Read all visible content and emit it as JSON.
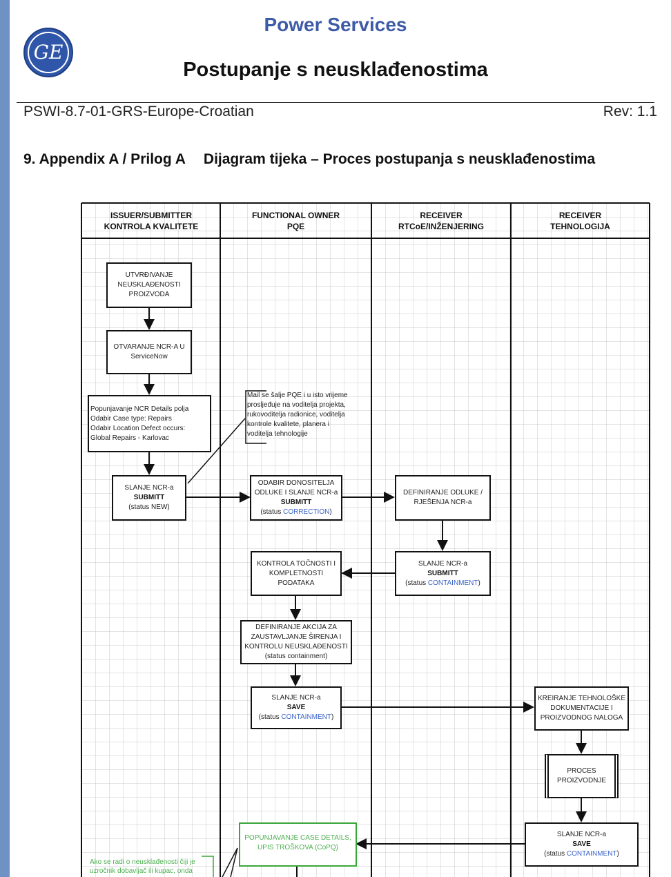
{
  "header": {
    "logo_text": "GE",
    "company": "Power Services",
    "title": "Postupanje s neusklađenostima",
    "doc_id": "PSWI-8.7-01-GRS-Europe-Croatian",
    "revision": "Rev: 1.1"
  },
  "section": {
    "number_title": "9. Appendix A / Prilog A",
    "subtitle": "Dijagram tijeka – Proces postupanja s neusklađenostima"
  },
  "lanes": [
    {
      "line1": "ISSUER/SUBMITTER",
      "line2": "KONTROLA KVALITETE"
    },
    {
      "line1": "FUNCTIONAL OWNER",
      "line2": "PQE"
    },
    {
      "line1": "RECEIVER",
      "line2": "RTCoE/INŽENJERING"
    },
    {
      "line1": "RECEIVER",
      "line2": "TEHNOLOGIJA"
    }
  ],
  "steps": {
    "s1": [
      "UTVRĐIVANJE",
      "NEUSKLAĐENOSTI",
      "PROIZVODA"
    ],
    "s2": [
      "OTVARANJE NCR-A U",
      "ServiceNow"
    ],
    "s3": [
      "Popunjavanje NCR Details polja",
      "Odabir Case type: Repairs",
      "Odabir Location Defect occurs:",
      "Global Repairs - Karlovac"
    ],
    "note1": [
      "Mail se šalje PQE i u isto vrijeme",
      "prosljeđuje na voditelja projekta,",
      "rukovoditelja radionice, voditelja",
      "kontrole kvalitete, planera i",
      "voditelja tehnologije"
    ],
    "s4": {
      "line1": "SLANJE NCR-a",
      "action": "SUBMITT",
      "status": "(status NEW)"
    },
    "s5": {
      "line1": "ODABIR DONOSITELJA",
      "line2": "ODLUKE I SLANJE NCR-a",
      "action": "SUBMITT",
      "status_prefix": "(status ",
      "status_value": "CORRECTION",
      "status_suffix": ")"
    },
    "s6": [
      "DEFINIRANJE ODLUKE /",
      "RJEŠENJA NCR-a"
    ],
    "s7": {
      "line1": "SLANJE NCR-a",
      "action": "SUBMITT",
      "status_prefix": "(status ",
      "status_value": "CONTAINMENT",
      "status_suffix": ")"
    },
    "s8": [
      "KONTROLA TOČNOSTI I",
      "KOMPLETNOSTI",
      "PODATAKA"
    ],
    "s9": [
      "DEFINIRANJE AKCIJA ZA",
      "ZAUSTAVLJANJE ŠIRENJA I",
      "KONTROLU NEUSKLAĐENOSTI",
      "(status containment)"
    ],
    "s10": {
      "line1": "SLANJE NCR-a",
      "action": "SAVE",
      "status_prefix": "(status ",
      "status_value": "CONTAINMENT",
      "status_suffix": ")"
    },
    "s11": [
      "KREIRANJE TEHNOLOŠKE",
      "DOKUMENTACIJE I",
      "PROIZVODNOG NALOGA"
    ],
    "s12": [
      "PROCES",
      "PROIZVODNJE"
    ],
    "s13": {
      "line1": "SLANJE NCR-a",
      "action": "SAVE",
      "status_prefix": "(status ",
      "status_value": "CONTAINMENT",
      "status_suffix": ")"
    },
    "s14": [
      "POPUNJAVANJE CASE DETAILS,",
      "UPIS TROŠKOVA (CoPQ)"
    ],
    "note2": [
      "Ako se radi o neusklađenosti čiji je",
      "uzročnik dobavljač ili kupac, onda"
    ]
  },
  "colors": {
    "accent": "#3d5ba7",
    "status_blue": "#3a63c8",
    "green": "#3aa63a",
    "border": "#6f92c4"
  }
}
